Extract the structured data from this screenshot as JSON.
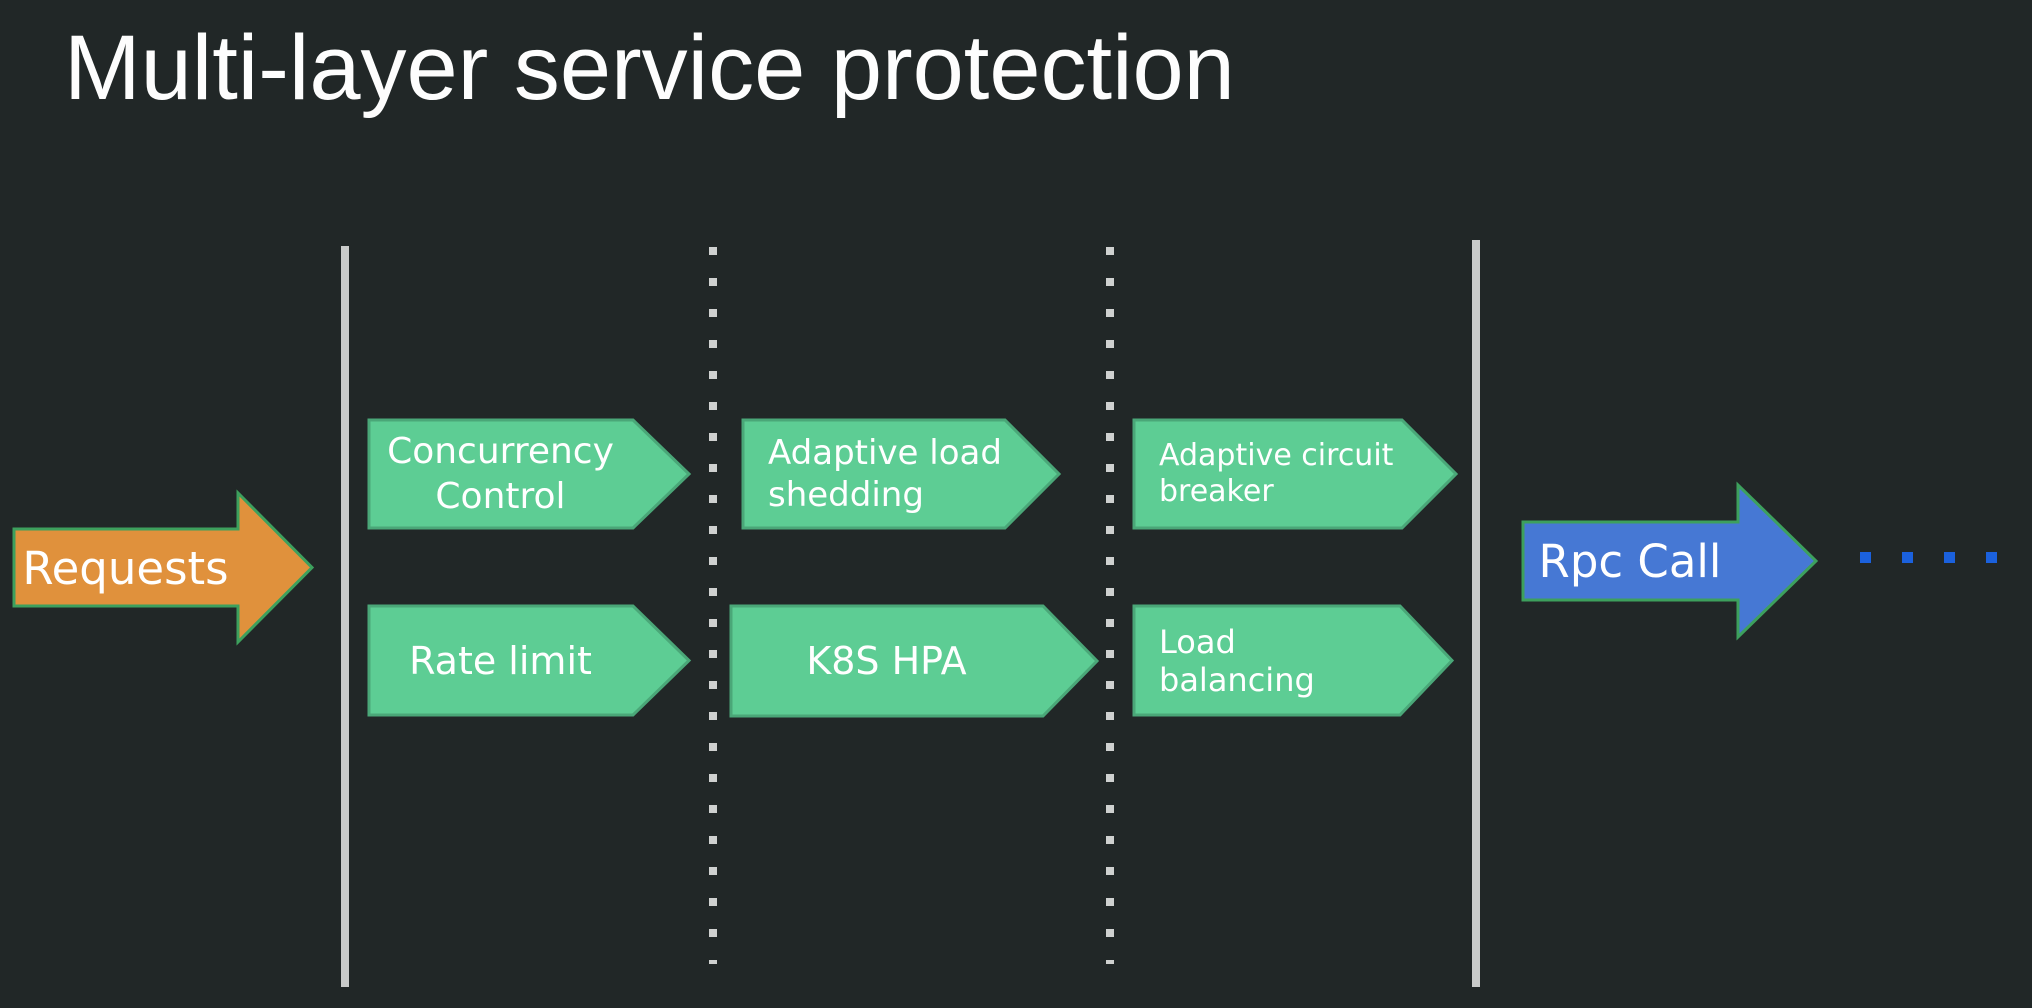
{
  "title": "Multi-layer service protection",
  "diagram": {
    "input_arrow": "Requests",
    "output_arrow": "Rpc Call",
    "layers": [
      {
        "top": "Concurrency\nControl",
        "bottom": "Rate limit"
      },
      {
        "top": "Adaptive load\nshedding",
        "bottom": "K8S HPA"
      },
      {
        "top": "Adaptive circuit\nbreaker",
        "bottom": "Load balancing"
      }
    ]
  },
  "colors": {
    "background": "#212727",
    "title_text": "#fdfdfd",
    "label_text": "#ffffff",
    "green_fill": "#5dcd94",
    "green_stroke": "#4aa778",
    "orange_fill": "#e0913c",
    "blue_fill": "#4678d4",
    "accent_stroke": "#3da05d",
    "line_solid": "#c9cbca",
    "line_dot": "#cfd1d0",
    "dot_blue": "#1b61dd"
  }
}
